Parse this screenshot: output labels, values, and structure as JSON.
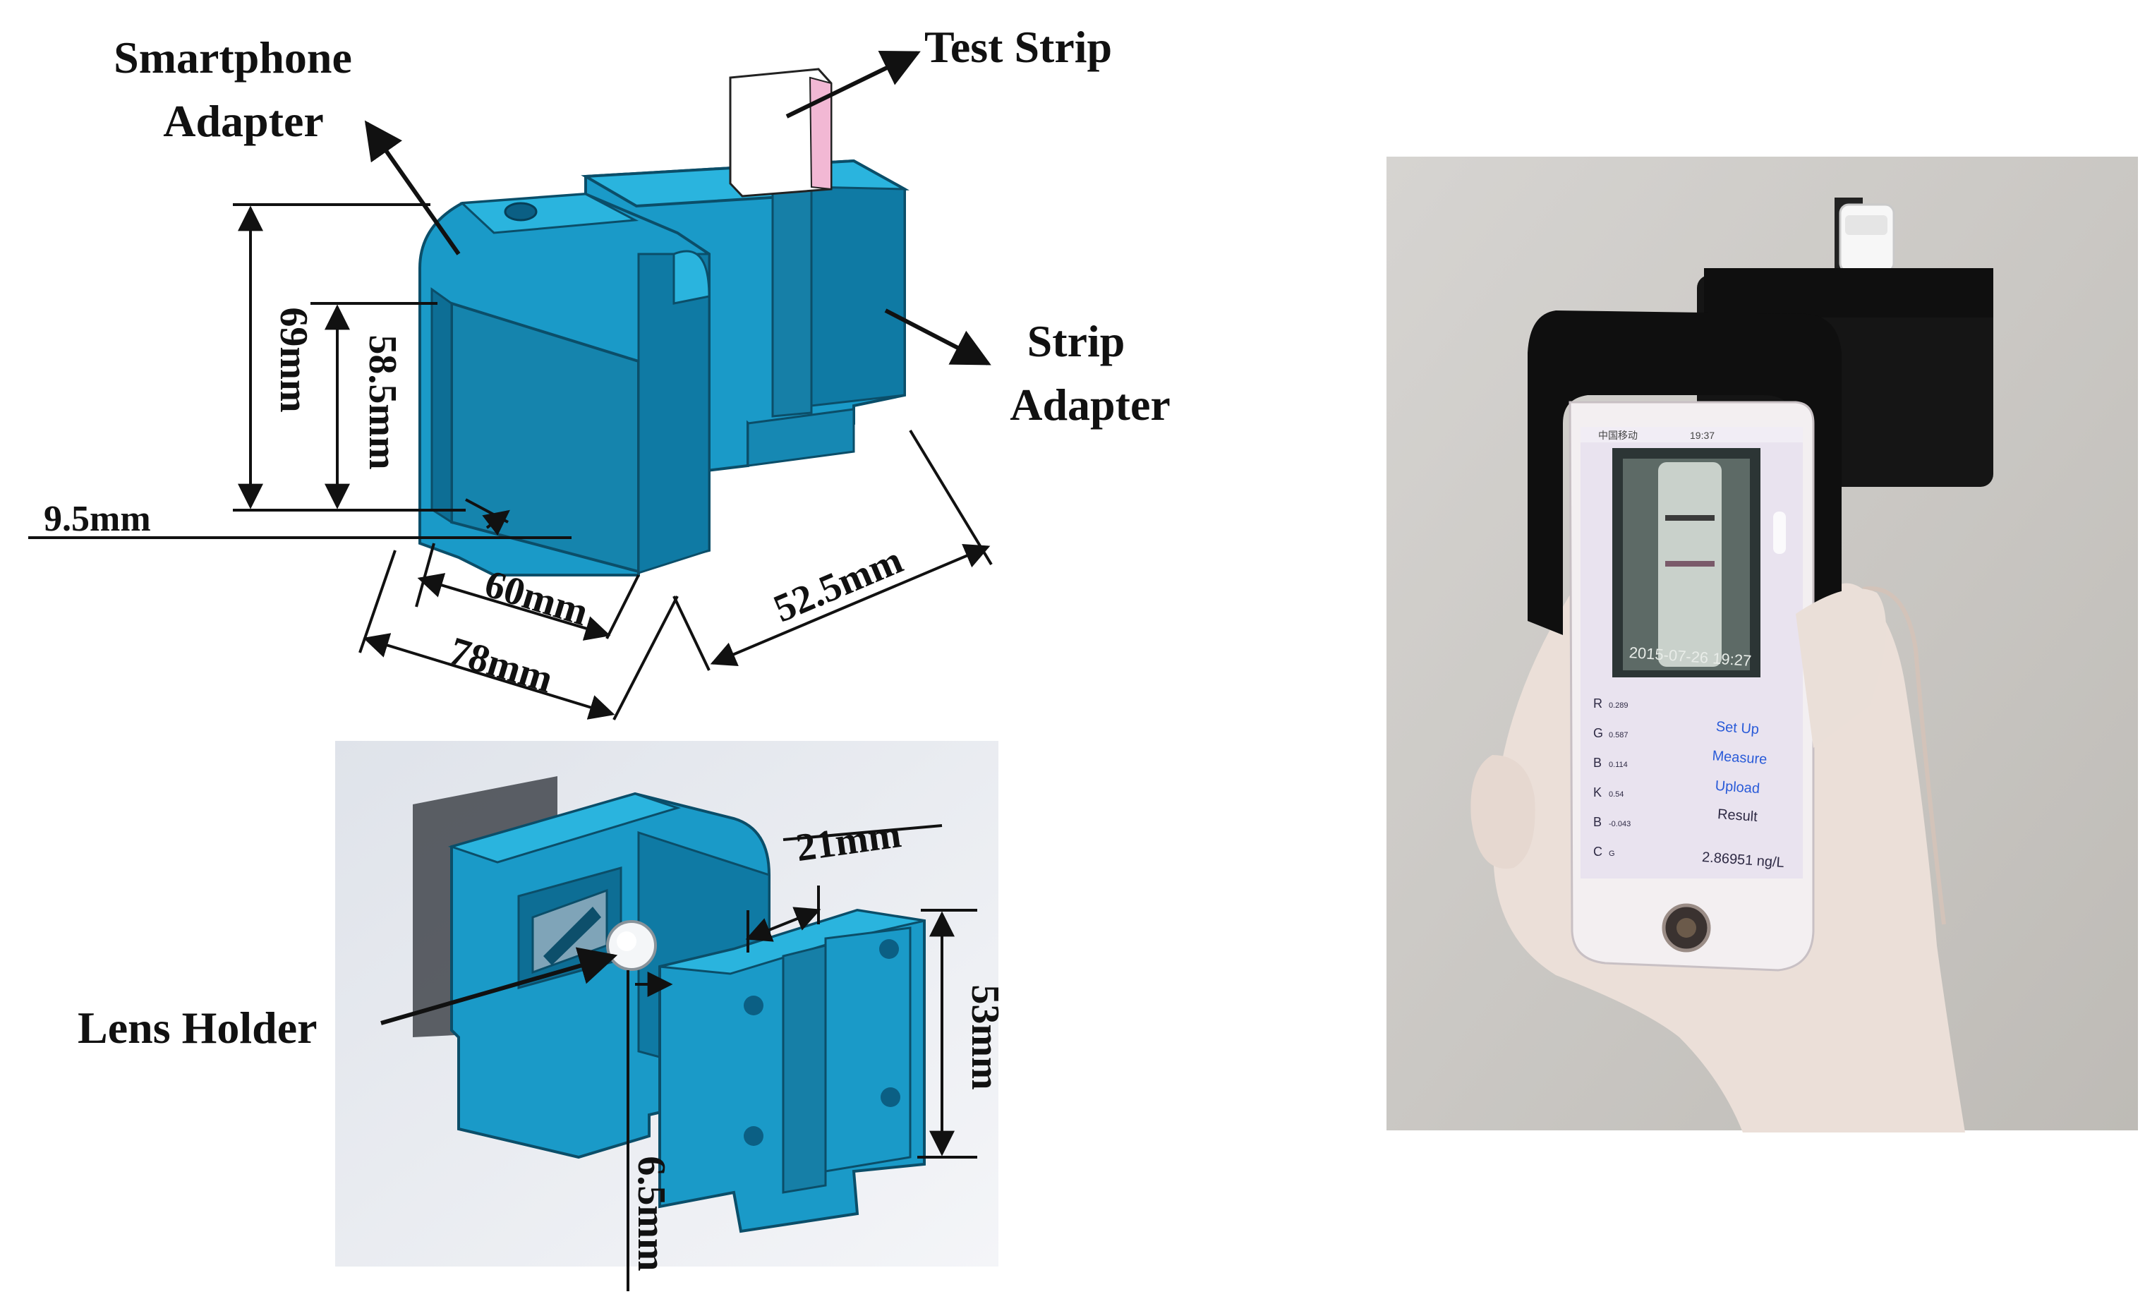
{
  "design_drawing": {
    "labels": {
      "smartphone_adapter_line1": "Smartphone",
      "smartphone_adapter_line2": "Adapter",
      "test_strip": "Test Strip",
      "strip_adapter_line1": "Strip",
      "strip_adapter_line2": "Adapter"
    },
    "dimensions": {
      "height_outer": "69mm",
      "height_inner": "58.5mm",
      "base_offset": "9.5mm",
      "inner_width": "60mm",
      "outer_width": "78mm",
      "depth": "52.5mm"
    }
  },
  "exploded_view": {
    "labels": {
      "lens_holder": "Lens Holder"
    },
    "dimensions": {
      "slot_width": "21mm",
      "strip_height": "53mm",
      "lens_offset": "6.5mm"
    }
  },
  "photo": {
    "status_bar": {
      "carrier": "中国移动",
      "time": "19:37"
    },
    "image_timestamp": "2015-07-26 19:27",
    "readings": [
      {
        "key": "R",
        "value": "0.289"
      },
      {
        "key": "G",
        "value": "0.587"
      },
      {
        "key": "B",
        "value": "0.114"
      },
      {
        "key": "K",
        "value": "0.54"
      },
      {
        "key": "B",
        "value": "-0.043"
      },
      {
        "key": "C",
        "value": "G"
      }
    ],
    "buttons": {
      "setup": "Set Up",
      "measure": "Measure",
      "upload": "Upload",
      "result": "Result"
    },
    "result_value": "2.86951 ng/L"
  },
  "colors": {
    "model_blue": "#1a9ac8",
    "model_blue_light": "#2ab4de",
    "model_blue_dark": "#0d6e95",
    "adapter_black": "#111111",
    "glove": "#e9ddd5",
    "link_blue": "#2a5bd8"
  }
}
